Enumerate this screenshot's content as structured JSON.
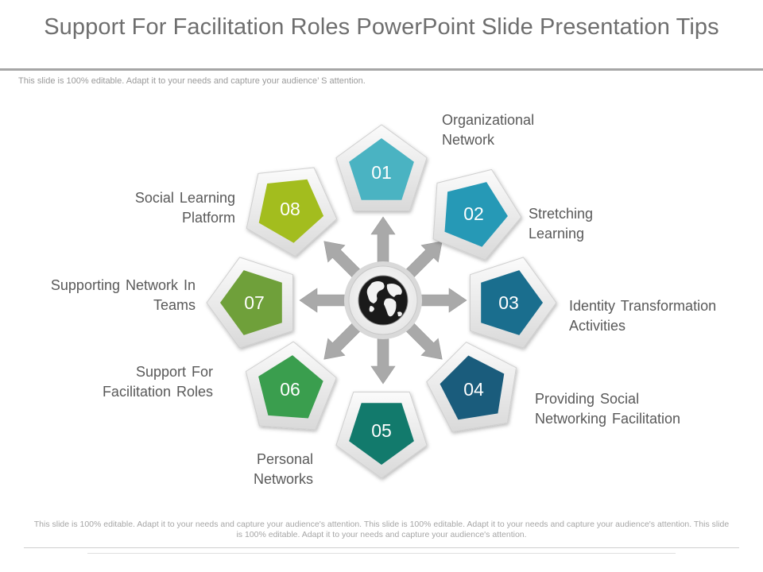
{
  "title": "Support For Facilitation Roles PowerPoint Slide Presentation Tips",
  "subtitle": "This slide is 100% editable. Adapt it to your needs and capture your audience’ S attention.",
  "footer": "This slide is 100% editable. Adapt it to your needs and capture your audience's attention. This slide is 100% editable. Adapt it to your needs and capture your audience's attention. This slide is 100% editable. Adapt it to your needs and capture your audience's attention.",
  "center_icon": "globe-icon",
  "steps": [
    {
      "number": "01",
      "label": "Organizational\nNetwork",
      "color": "#4ab3c2"
    },
    {
      "number": "02",
      "label": "Stretching\nLearning",
      "color": "#2699b6"
    },
    {
      "number": "03",
      "label": "Identity Transformation\nActivities",
      "color": "#1a6e8e"
    },
    {
      "number": "04",
      "label": "Providing Social\nNetworking Facilitation",
      "color": "#1a5c7c"
    },
    {
      "number": "05",
      "label": "Personal\nNetworks",
      "color": "#127a6c"
    },
    {
      "number": "06",
      "label": "Support For\nFacilitation Roles",
      "color": "#3a9e4e"
    },
    {
      "number": "07",
      "label": "Supporting Network In\nTeams",
      "color": "#6fa03a"
    },
    {
      "number": "08",
      "label": "Social Learning\nPlatform",
      "color": "#a3bd1e"
    }
  ]
}
